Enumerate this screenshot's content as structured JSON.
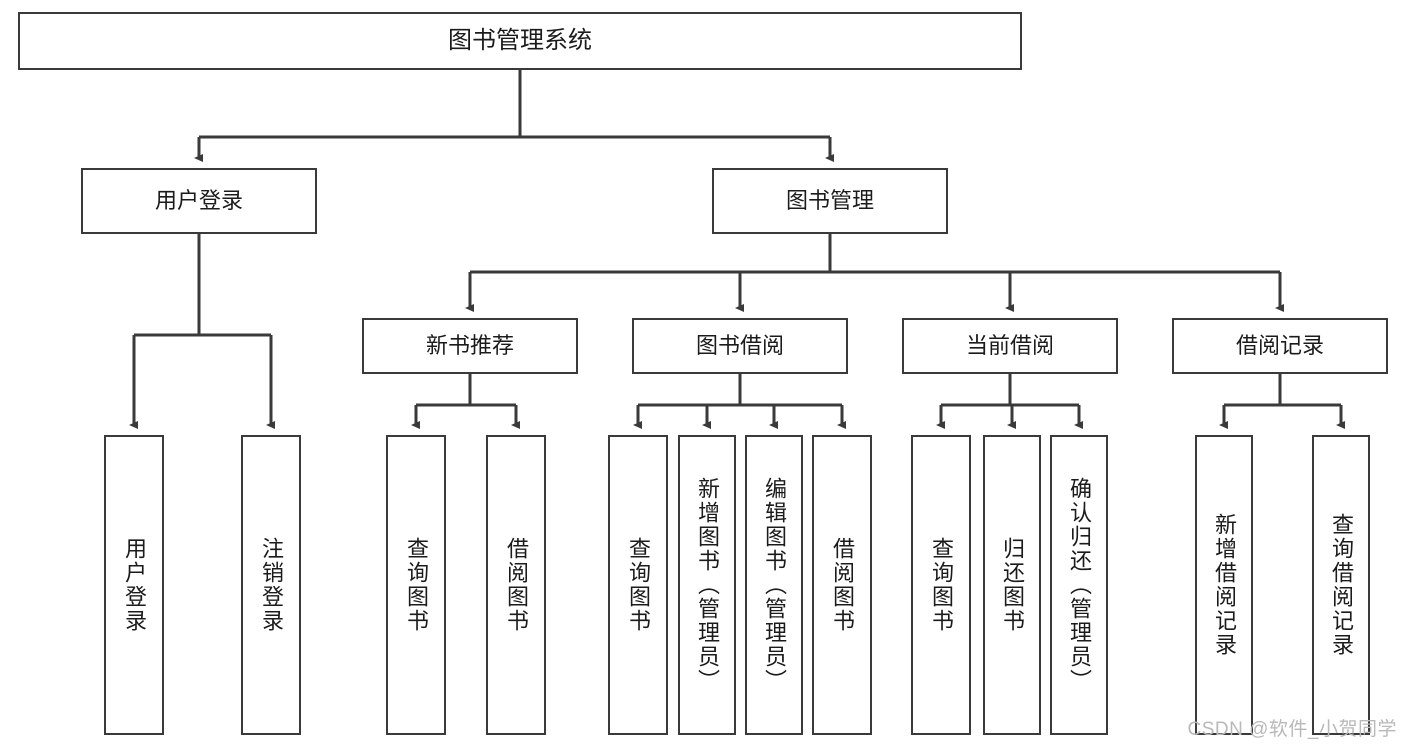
{
  "diagram": {
    "type": "tree-hierarchy",
    "title": "图书管理系统",
    "root": {
      "id": "root",
      "label": "图书管理系统"
    },
    "level2": [
      {
        "id": "login",
        "label": "用户登录"
      },
      {
        "id": "bookmgr",
        "label": "图书管理"
      }
    ],
    "level3": [
      {
        "id": "newrec",
        "label": "新书推荐",
        "parent": "bookmgr"
      },
      {
        "id": "borrow",
        "label": "图书借阅",
        "parent": "bookmgr"
      },
      {
        "id": "current",
        "label": "当前借阅",
        "parent": "bookmgr"
      },
      {
        "id": "record",
        "label": "借阅记录",
        "parent": "bookmgr"
      }
    ],
    "leaves": [
      {
        "id": "login-1",
        "parent": "login",
        "label": "用户登录"
      },
      {
        "id": "login-2",
        "parent": "login",
        "label": "注销登录"
      },
      {
        "id": "new-1",
        "parent": "newrec",
        "label": "查询图书"
      },
      {
        "id": "new-2",
        "parent": "newrec",
        "label": "借阅图书"
      },
      {
        "id": "bor-1",
        "parent": "borrow",
        "label": "查询图书"
      },
      {
        "id": "bor-2",
        "parent": "borrow",
        "label": "新增图书（管理员）"
      },
      {
        "id": "bor-3",
        "parent": "borrow",
        "label": "编辑图书（管理员）"
      },
      {
        "id": "bor-4",
        "parent": "borrow",
        "label": "借阅图书"
      },
      {
        "id": "cur-1",
        "parent": "current",
        "label": "查询图书"
      },
      {
        "id": "cur-2",
        "parent": "current",
        "label": "归还图书"
      },
      {
        "id": "cur-3",
        "parent": "current",
        "label": "确认归还（管理员）"
      },
      {
        "id": "rec-1",
        "parent": "record",
        "label": "新增借阅记录"
      },
      {
        "id": "rec-2",
        "parent": "record",
        "label": "查询借阅记录"
      }
    ],
    "colors": {
      "stroke": "#3a3a3a",
      "background": "#ffffff",
      "text": "#1b1b1b",
      "watermark": "#b9b9b9"
    }
  },
  "watermark": {
    "text": "CSDN @软件_小贺同学"
  }
}
